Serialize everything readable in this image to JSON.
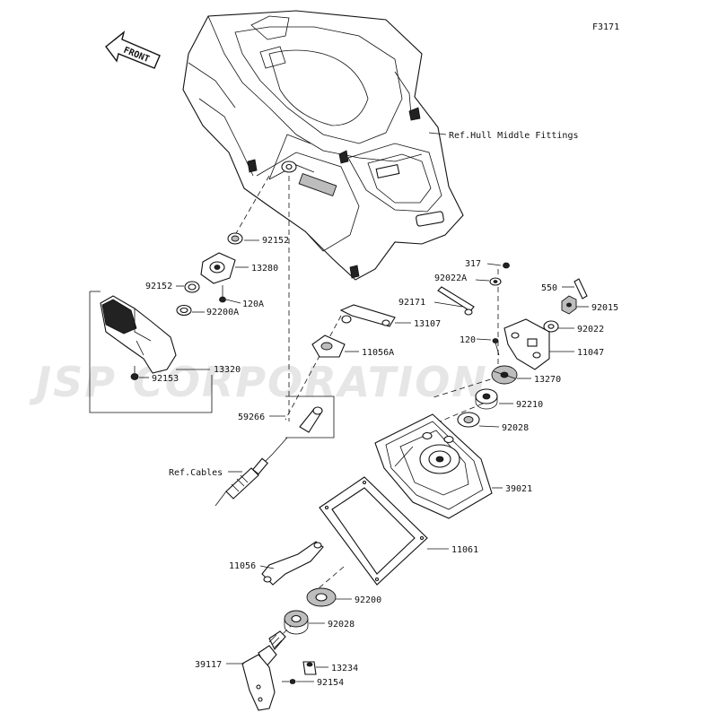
{
  "figure_code": "F3171",
  "front_label": "FRONT",
  "watermark": "JSP CORPORATION",
  "references": {
    "hull": "Ref.Hull Middle Fittings",
    "cables": "Ref.Cables"
  },
  "callouts": {
    "p92152a": "92152",
    "p13280": "13280",
    "p92152b": "92152",
    "p120a": "120A",
    "p92200a": "92200A",
    "p13320": "13320",
    "p92153": "92153",
    "p13107": "13107",
    "p11056a": "11056A",
    "p59266": "59266",
    "p317": "317",
    "p92022a": "92022A",
    "p92171": "92171",
    "p550": "550",
    "p92015": "92015",
    "p92022": "92022",
    "p120": "120",
    "p11047": "11047",
    "p13270": "13270",
    "p92210": "92210",
    "p92028a": "92028",
    "p39021": "39021",
    "p11061": "11061",
    "p11056": "11056",
    "p92200": "92200",
    "p92028b": "92028",
    "p39117": "39117",
    "p13234": "13234",
    "p92154": "92154"
  }
}
